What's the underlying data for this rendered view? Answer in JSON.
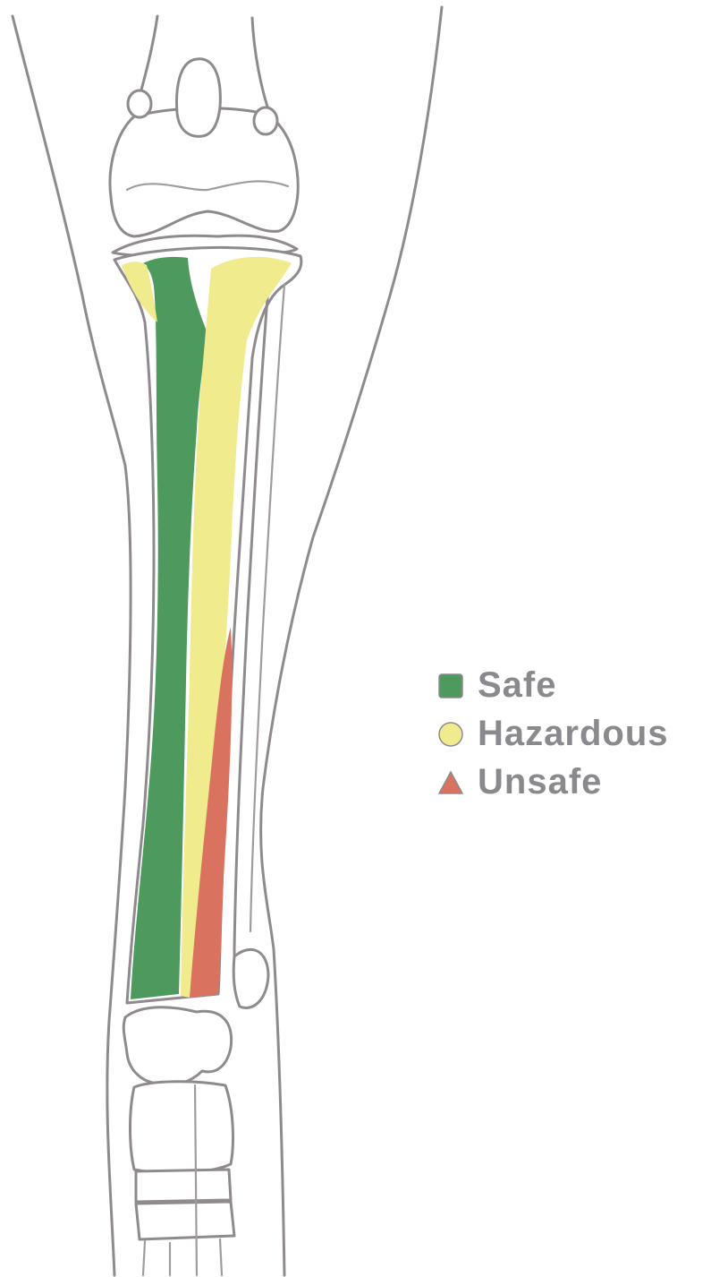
{
  "legend": {
    "items": [
      {
        "key": "safe",
        "label": "Safe",
        "marker": "square",
        "color": "#4e9a5e"
      },
      {
        "key": "hazardous",
        "label": "Hazardous",
        "marker": "circle",
        "color": "#f0eb8c"
      },
      {
        "key": "unsafe",
        "label": "Unsafe",
        "marker": "triangle",
        "color": "#d9725e"
      }
    ]
  },
  "zones": {
    "safe_color": "#4e9a5e",
    "hazardous_color": "#f0eb8c",
    "unsafe_color": "#d9725e"
  }
}
